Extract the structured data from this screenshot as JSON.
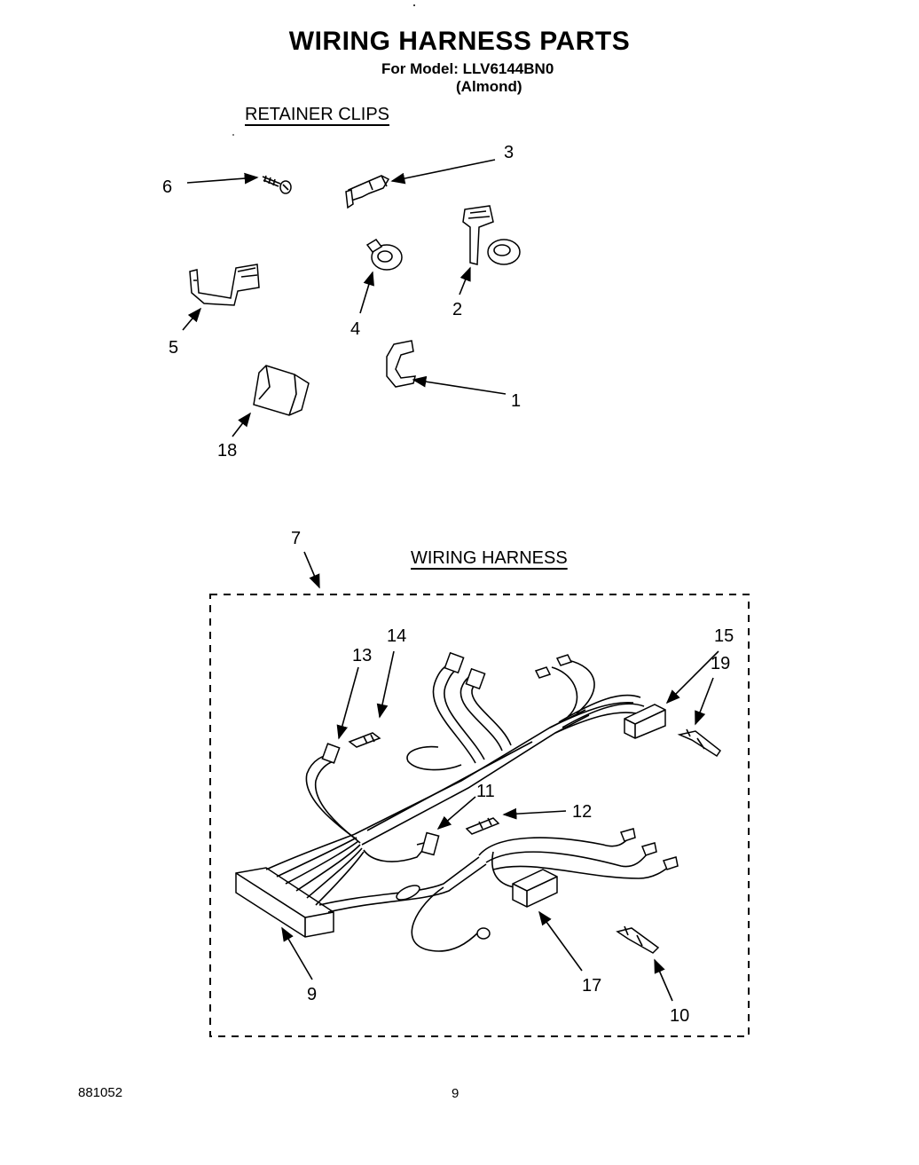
{
  "header": {
    "title": "WIRING HARNESS PARTS",
    "model_line": "For Model: LLV6144BN0",
    "finish": "(Almond)"
  },
  "sections": {
    "retainer_clips": "RETAINER CLIPS",
    "wiring_harness": "WIRING HARNESS"
  },
  "callouts": {
    "c1": "1",
    "c2": "2",
    "c3": "3",
    "c4": "4",
    "c5": "5",
    "c6": "6",
    "c7": "7",
    "c9": "9",
    "c10": "10",
    "c11": "11",
    "c12": "12",
    "c13": "13",
    "c14": "14",
    "c15": "15",
    "c17": "17",
    "c18": "18",
    "c19": "19"
  },
  "footer": {
    "doc_number": "881052",
    "page_number": "9"
  }
}
